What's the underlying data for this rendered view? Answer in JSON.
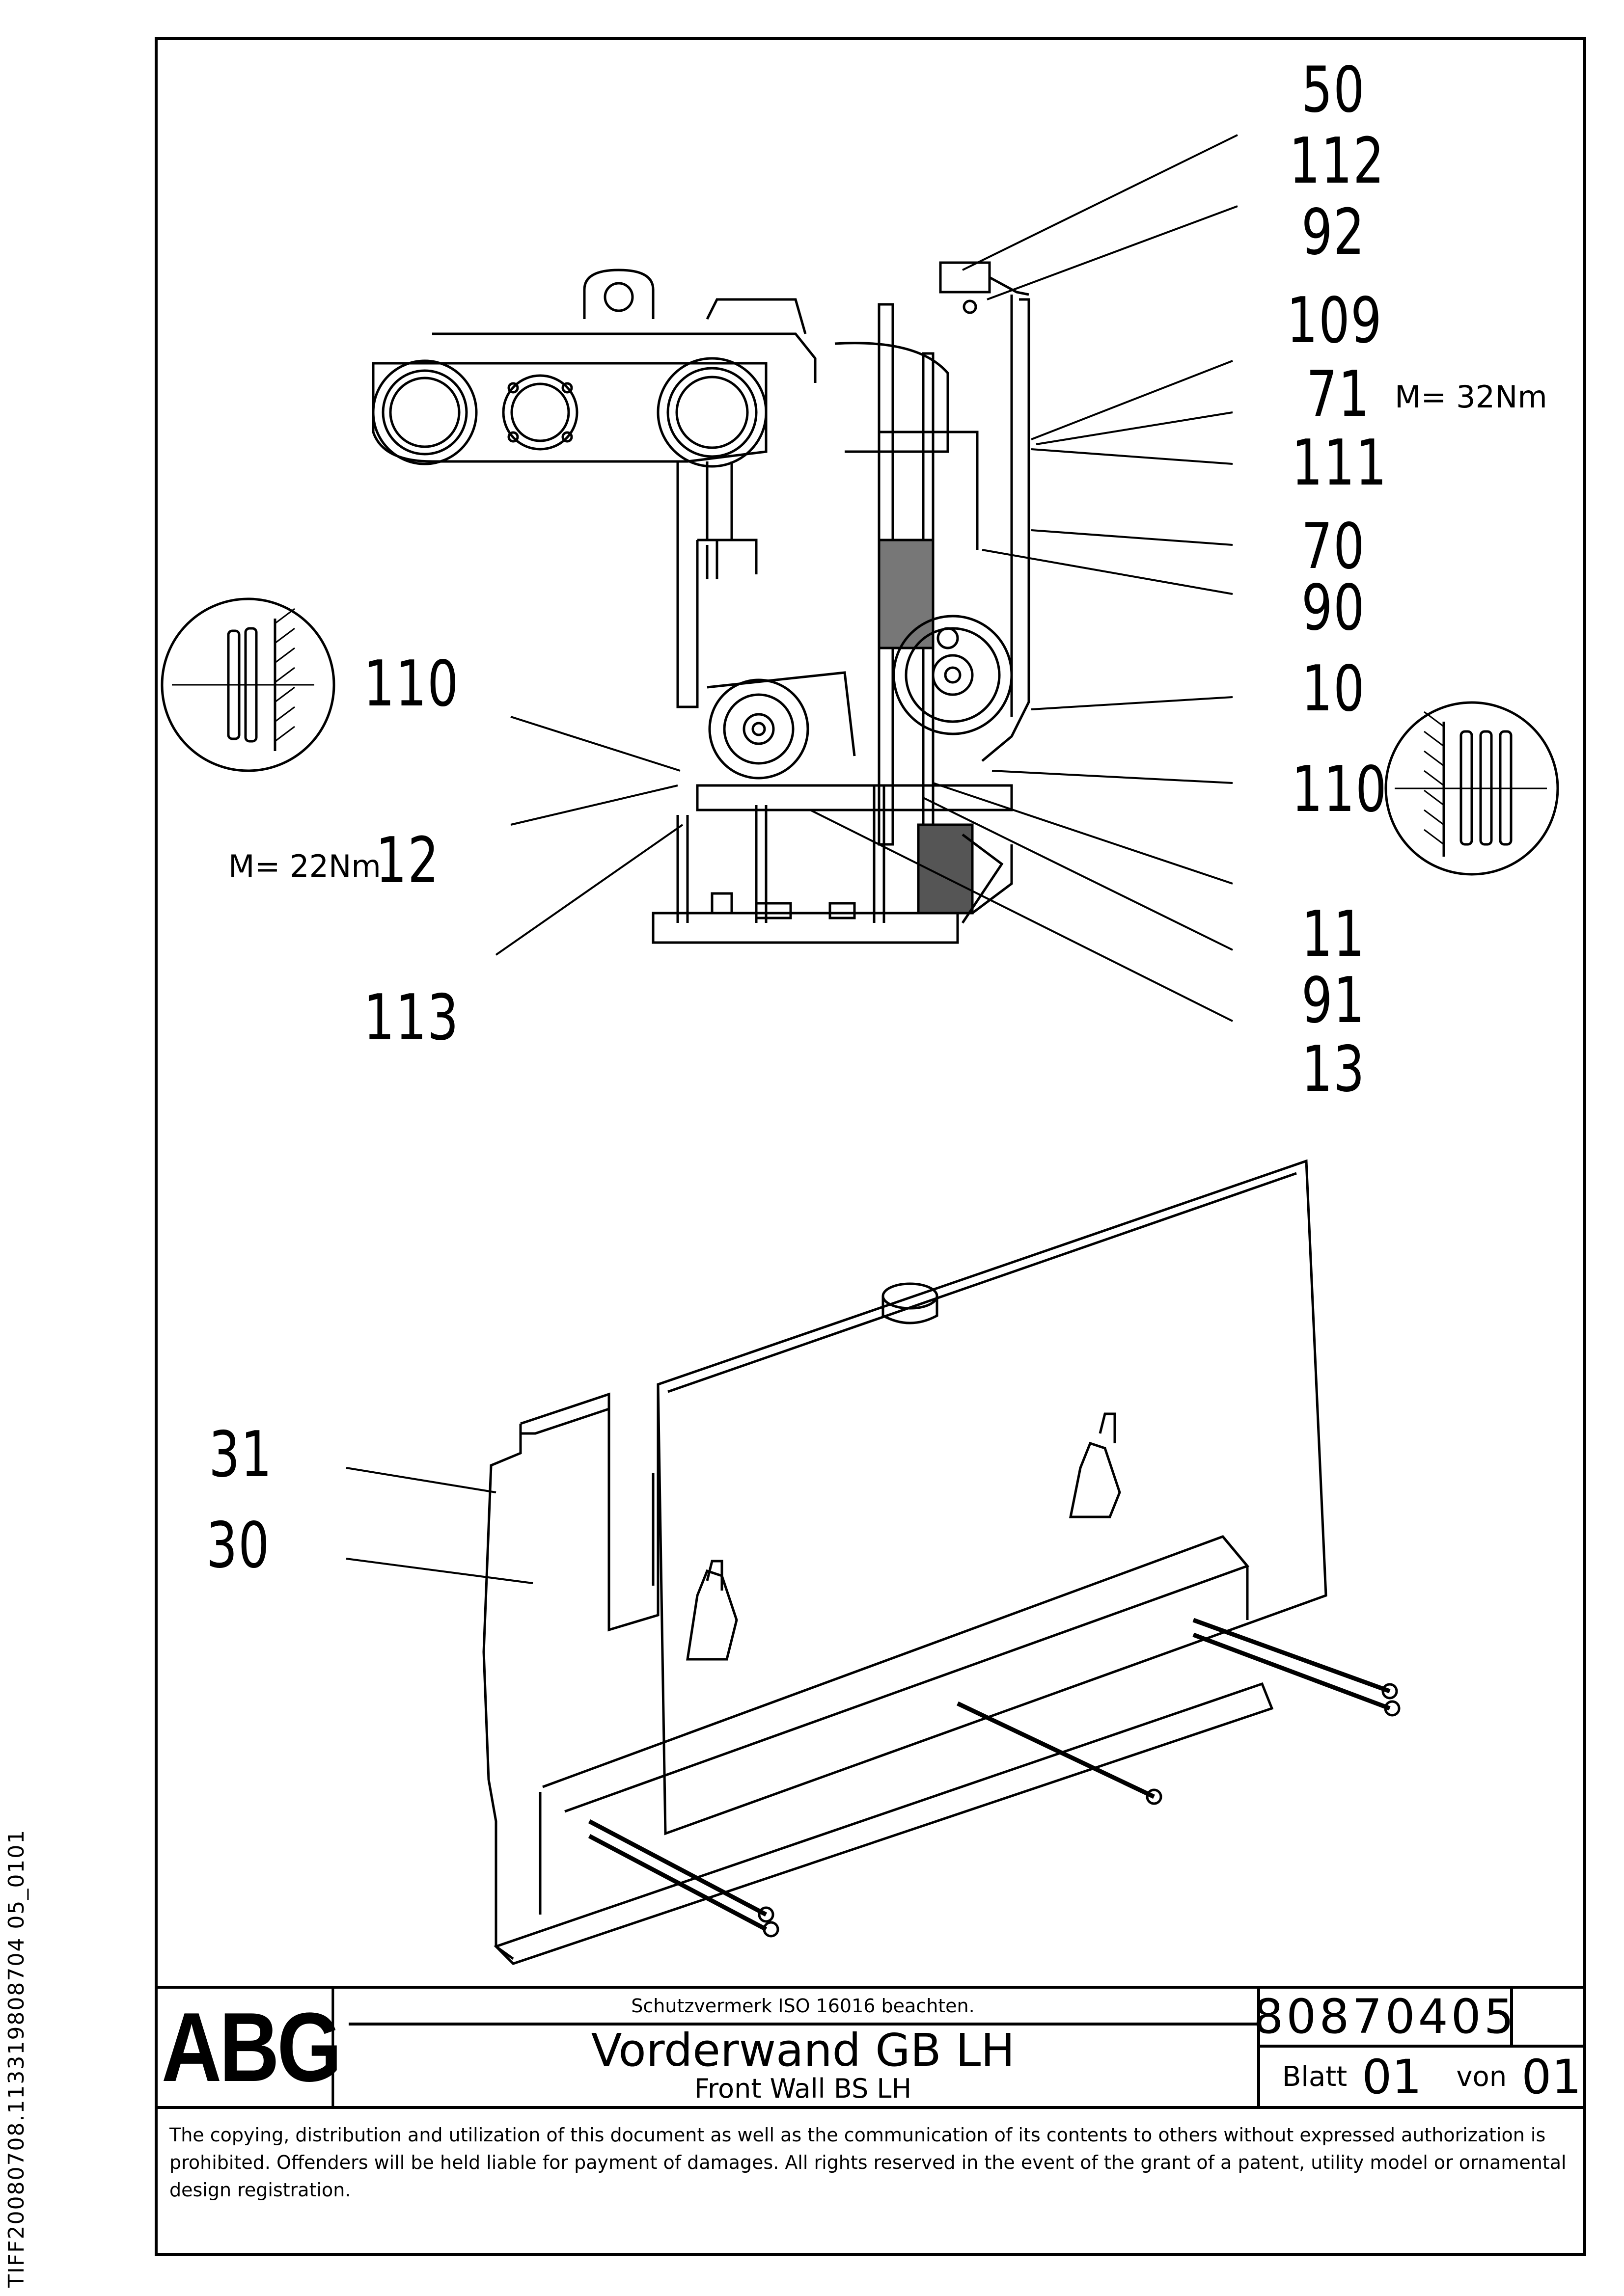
{
  "side_identifier": "TIFF20080708.113319808704 05_0101",
  "callouts_top_right": [
    "50",
    "112",
    "92",
    "109",
    "71",
    "111",
    "70",
    "90",
    "10",
    "110",
    "11",
    "91",
    "13"
  ],
  "callouts_top_left": [
    "110",
    "12",
    "113"
  ],
  "callouts_bottom": [
    "31",
    "30"
  ],
  "torque": {
    "upper": "M= 32Nm",
    "lower": "M= 22Nm"
  },
  "title_block": {
    "logo": "ABG",
    "notice": "Schutzvermerk ISO 16016 beachten.",
    "title_de": "Vorderwand GB LH",
    "title_en": "Front Wall BS LH",
    "document_number": "80870405",
    "sheet_label": "Blatt",
    "sheet_number": "01",
    "of_label": "von",
    "sheet_total": "01"
  },
  "legal_notice": "The copying, distribution and utilization of this document as well as the communication of its contents to others without expressed authorization is prohibited. Offenders will be held liable for payment of damages. All rights reserved in the event of the grant of a patent, utility model or ornamental design registration."
}
